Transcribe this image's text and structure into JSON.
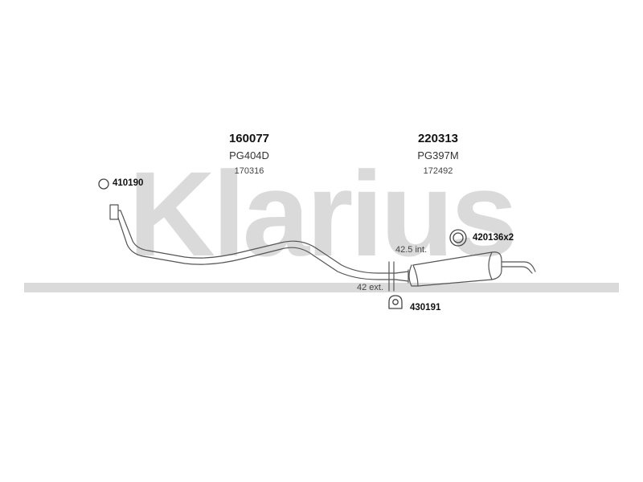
{
  "watermark": {
    "text": "Klarius",
    "color": "#d8d8d8"
  },
  "sections": [
    {
      "part_code": "160077",
      "ref_code": "PG404D",
      "alt_code": "170316"
    },
    {
      "part_code": "220313",
      "ref_code": "PG397M",
      "alt_code": "172492"
    }
  ],
  "accessories": {
    "ring_clamp": "410190",
    "gasket": "420136x2",
    "mount": "430191"
  },
  "dimensions": {
    "internal": "42.5 int.",
    "external": "42 ext."
  }
}
